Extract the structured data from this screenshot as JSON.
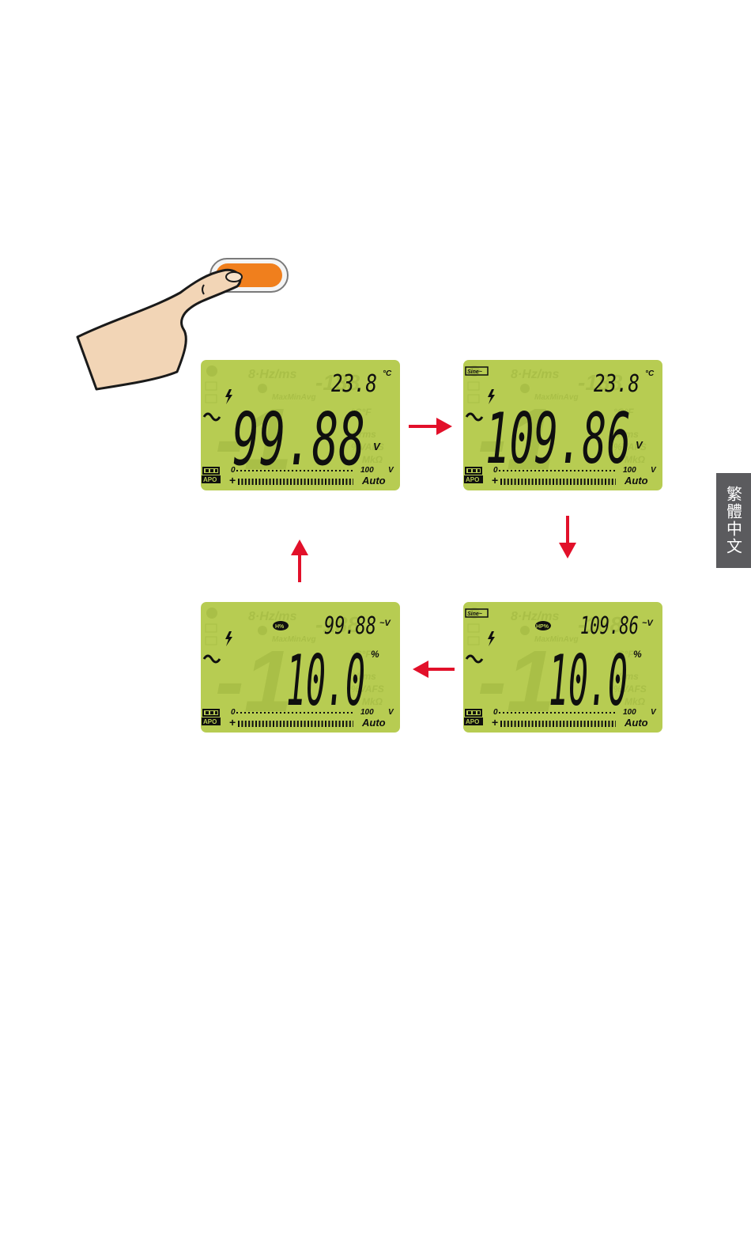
{
  "side_tab": {
    "label": "繁體中文"
  },
  "colors": {
    "lcd": "#b7cc52",
    "arrow": "#e2102a",
    "button": "#f07f1d",
    "tab": "#5b5b5e"
  },
  "displays": [
    {
      "id": "top-left",
      "main": "99.88",
      "main_unit": "V",
      "secondary": "23.8",
      "secondary_unit": "°C",
      "sine": "",
      "hp_badge": "",
      "scale_start": "0",
      "scale_end": "100",
      "scale_unit": "V",
      "range": "Auto",
      "apo": "APO"
    },
    {
      "id": "top-right",
      "main": "109.86",
      "main_unit": "V",
      "secondary": "23.8",
      "secondary_unit": "°C",
      "sine": "Sine~",
      "hp_badge": "",
      "scale_start": "0",
      "scale_end": "100",
      "scale_unit": "V",
      "range": "Auto",
      "apo": "APO"
    },
    {
      "id": "bottom-left",
      "main": "10.0",
      "main_unit": "%",
      "secondary": "99.88",
      "secondary_unit": "~V",
      "sine": "",
      "hp_badge": "H%",
      "scale_start": "0",
      "scale_end": "100",
      "scale_unit": "V",
      "range": "Auto",
      "apo": "APO"
    },
    {
      "id": "bottom-right",
      "main": "10.0",
      "main_unit": "%",
      "secondary": "109.86",
      "secondary_unit": "~V",
      "sine": "Sine~",
      "hp_badge": "HP%",
      "scale_start": "0",
      "scale_end": "100",
      "scale_unit": "V",
      "range": "Auto",
      "apo": "APO"
    }
  ]
}
